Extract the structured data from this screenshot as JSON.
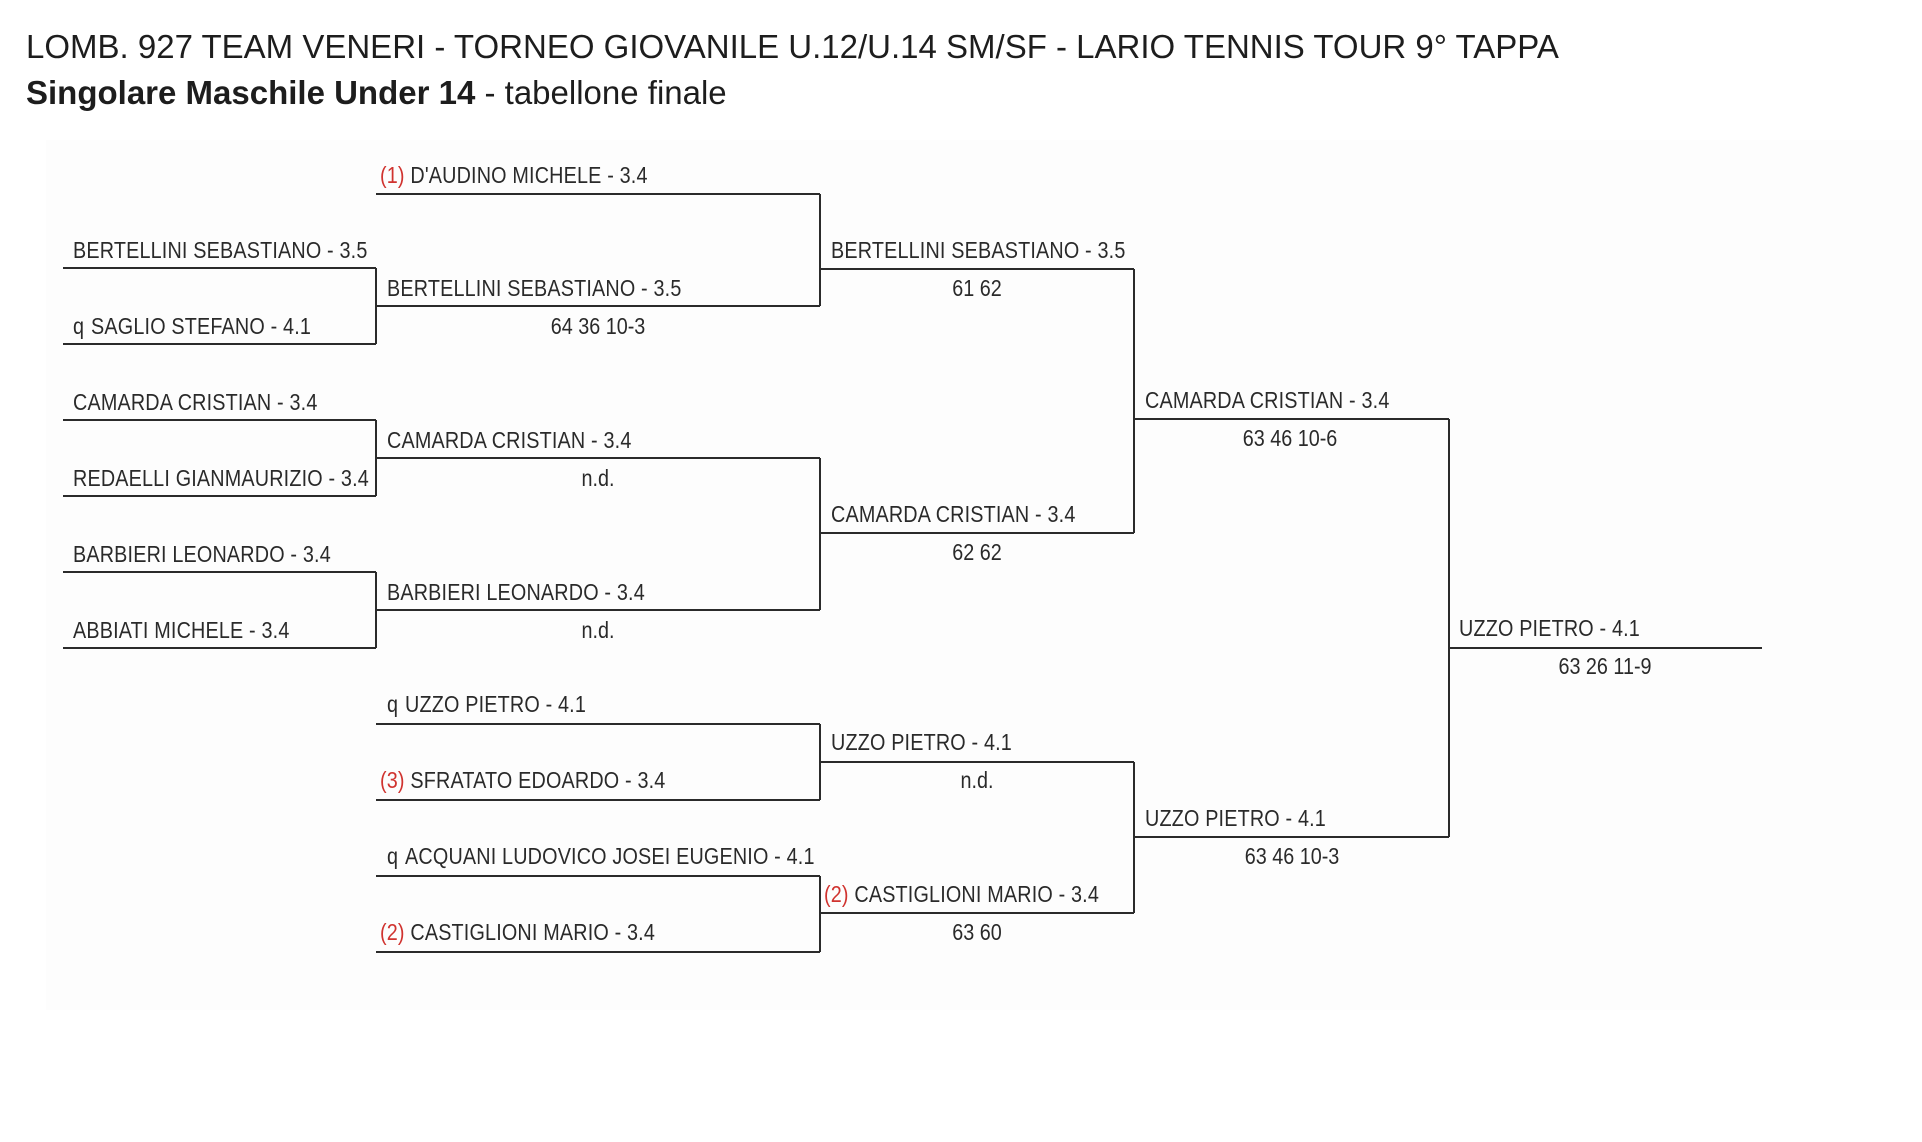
{
  "header": {
    "title": "LOMB. 927 TEAM VENERI - TORNEO GIOVANILE U.12/U.14 SM/SF - LARIO TENNIS TOUR 9° TAPPA",
    "subtitle_bold": "Singolare Maschile Under 14",
    "subtitle_rest": " - tabellone finale"
  },
  "bracket": {
    "round0": [
      {
        "name": "BERTELLINI SEBASTIANO - 3.5"
      },
      {
        "prefix": "q",
        "name": "SAGLIO STEFANO - 4.1"
      },
      {
        "name": "CAMARDA CRISTIAN - 3.4"
      },
      {
        "name": "REDAELLI GIANMAURIZIO - 3.4"
      },
      {
        "name": "BARBIERI LEONARDO - 3.4"
      },
      {
        "name": "ABBIATI MICHELE - 3.4"
      }
    ],
    "round1": [
      {
        "seed": "(1)",
        "name": "D'AUDINO MICHELE - 3.4"
      },
      {
        "name": "BERTELLINI SEBASTIANO - 3.5",
        "score": "64 36 10-3"
      },
      {
        "name": "CAMARDA CRISTIAN - 3.4",
        "score": "n.d."
      },
      {
        "name": "BARBIERI LEONARDO - 3.4",
        "score": "n.d."
      },
      {
        "prefix": "q",
        "name": "UZZO PIETRO - 4.1"
      },
      {
        "seed": "(3)",
        "name": "SFRATATO EDOARDO - 3.4"
      },
      {
        "prefix": "q",
        "name": "ACQUANI LUDOVICO JOSEI EUGENIO - 4.1"
      },
      {
        "seed": "(2)",
        "name": "CASTIGLIONI MARIO - 3.4"
      }
    ],
    "round2": [
      {
        "name": "BERTELLINI SEBASTIANO - 3.5",
        "score": "61 62"
      },
      {
        "name": "CAMARDA CRISTIAN - 3.4",
        "score": "62 62"
      },
      {
        "name": "UZZO PIETRO - 4.1",
        "score": "n.d."
      },
      {
        "seed": "(2)",
        "name": "CASTIGLIONI MARIO - 3.4",
        "score": "63 60"
      }
    ],
    "round3": [
      {
        "name": "CAMARDA CRISTIAN - 3.4",
        "score": "63 46 10-6"
      },
      {
        "name": "UZZO PIETRO - 4.1",
        "score": "63 46 10-3"
      }
    ],
    "final": {
      "name": "UZZO PIETRO - 4.1",
      "score": "63 26 11-9"
    }
  }
}
